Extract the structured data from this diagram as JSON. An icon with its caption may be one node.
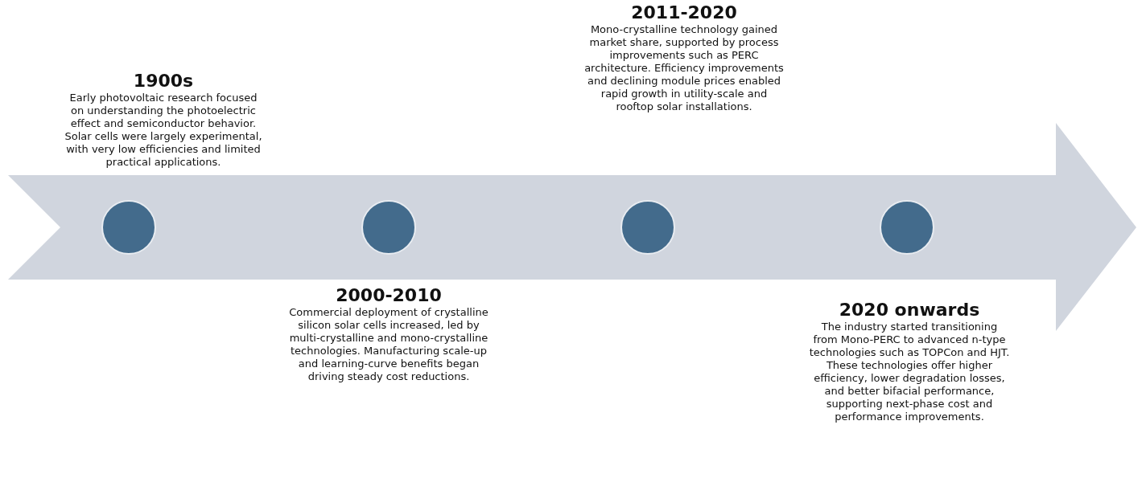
{
  "diagram": {
    "nodes": [
      {
        "text": [],
        "shape": "arrow"
      },
      {
        "text": [],
        "shape": "circle",
        "in": 0,
        "beside": [
          "1900s",
          "Early photovoltaic research focused on understanding the photoelectric effect and semiconductor behavior. Solar cells were largely experimental, with very low efficiencies and limited practical applications."
        ]
      },
      {
        "text": [],
        "shape": "circle",
        "in": 0,
        "beside": [
          "2000-2010",
          "Commercial deployment of crystalline silicon solar cells increased, led by multi-crystalline and mono-crystalline technologies. Manufacturing scale-up and learning-curve benefits began driving steady cost reductions."
        ]
      },
      {
        "text": [],
        "shape": "circle",
        "in": 0,
        "beside": [
          "2011-2020",
          "Mono-crystalline technology gained market share, supported by process improvements such as PERC architecture. Efficiency improvements and declining module prices enabled rapid growth in utility-scale and rooftop solar installations."
        ]
      },
      {
        "text": [],
        "shape": "circle",
        "in": 0,
        "beside": [
          "2020 onwards",
          "The industry started transitioning from Mono-PERC to advanced n-type technologies such as TOPCon and HJT. These technologies offer higher efficiency, lower degradation losses, and better bifacial performance, supporting next-phase cost and performance improvements."
        ]
      }
    ],
    "edges": []
  }
}
